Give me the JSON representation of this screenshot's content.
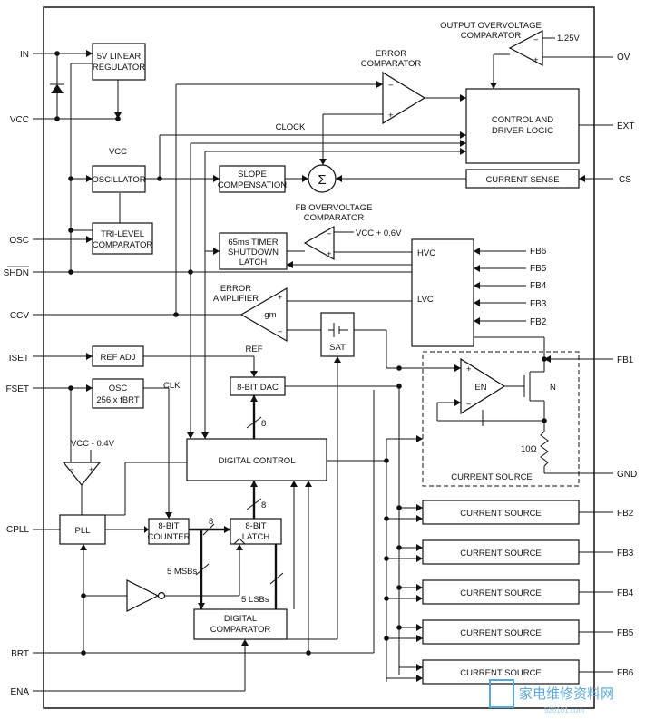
{
  "pins": {
    "left": {
      "in": "IN",
      "vcc": "VCC",
      "osc": "OSC",
      "shdn": "SHDN",
      "ccv": "CCV",
      "iset": "ISET",
      "fset": "FSET",
      "cpll": "CPLL",
      "brt": "BRT",
      "ena": "ENA"
    },
    "right": {
      "ov": "OV",
      "ext": "EXT",
      "cs": "CS",
      "fb6": "FB6",
      "fb5": "FB5",
      "fb4": "FB4",
      "fb3": "FB3",
      "fb2": "FB2",
      "fb1": "FB1",
      "gnd": "GND",
      "cs_fb2": "FB2",
      "cs_fb3": "FB3",
      "cs_fb4": "FB4",
      "cs_fb5": "FB5",
      "cs_fb6": "FB6"
    }
  },
  "blocks": {
    "linear_regulator": [
      "5V LINEAR",
      "REGULATOR"
    ],
    "oscillator": "OSCILLATOR",
    "tri_level": [
      "TRI-LEVEL",
      "COMPARATOR"
    ],
    "slope": [
      "SLOPE",
      "COMPENSATION"
    ],
    "control_logic": [
      "CONTROL AND",
      "DRIVER LOGIC"
    ],
    "current_sense": "CURRENT SENSE",
    "timer": [
      "65ms TIMER",
      "SHUTDOWN",
      "LATCH"
    ],
    "hvc": "HVC",
    "lvc": "LVC",
    "sat": "SAT",
    "ref_adj": "REF ADJ",
    "osc256": [
      "OSC",
      "256 x fBRT"
    ],
    "dac": "8-BIT DAC",
    "digital_control": "DIGITAL CONTROL",
    "pll": "PLL",
    "counter": [
      "8-BIT",
      "COUNTER"
    ],
    "latch": [
      "8-BIT",
      "LATCH"
    ],
    "dig_comparator": [
      "DIGITAL",
      "COMPARATOR"
    ],
    "current_source_dashed": "CURRENT SOURCE",
    "current_sources": [
      "CURRENT SOURCE",
      "CURRENT SOURCE",
      "CURRENT SOURCE",
      "CURRENT SOURCE",
      "CURRENT SOURCE"
    ]
  },
  "labels": {
    "output_ov_comp": [
      "OUTPUT OVERVOLTAGE",
      "COMPARATOR"
    ],
    "v125": "1.25V",
    "error_comp": [
      "ERROR",
      "COMPARATOR"
    ],
    "clock": "CLOCK",
    "vcc_under_reg": "VCC",
    "sigma": "Σ",
    "fb_ov_comp": [
      "FB OVERVOLTAGE",
      "COMPARATOR"
    ],
    "vcc_plus": "VCC + 0.6V",
    "error_amp": [
      "ERROR",
      "AMPLIFIER"
    ],
    "gm": "gm",
    "ref": "REF",
    "clk": "CLK",
    "vcc_minus": "VCC - 0.4V",
    "bits8_a": "8",
    "bits8_b": "8",
    "bits8_c": "8",
    "msbs": "5 MSBs",
    "lsbs": "5 LSBs",
    "en": "EN",
    "n": "N",
    "r10": "10Ω",
    "minus": "−",
    "plus": "+"
  },
  "watermark": {
    "text": "家电维修资料网",
    "url": "520101.com"
  }
}
